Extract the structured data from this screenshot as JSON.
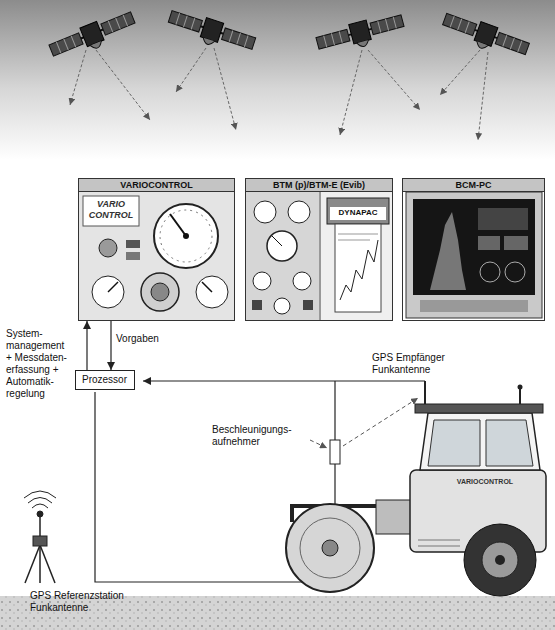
{
  "diagram": {
    "nodes": [
      {
        "text": [
          "VARIOCONTROL"
        ]
      },
      {
        "text": [
          "BTM (p)/BTM-E (Evib)"
        ]
      },
      {
        "text": [
          "BCM-PC"
        ]
      },
      {
        "text": [
          "Prozessor"
        ]
      }
    ],
    "edges": [
      {
        "from": 3,
        "to": 0,
        "arrow": "to",
        "label": "System- management + Messdaten- erfassung + Automatik- regelung"
      },
      {
        "from": 0,
        "to": 3,
        "arrow": "to",
        "label": "Vorgaben"
      }
    ],
    "labels": [
      "VARIO CONTROL",
      "DYNAPAC",
      "GPS Empfänger Funkantenne",
      "Beschleunigungs- aufnehmer",
      "GPS Referenzstation Funkantenne",
      "VARIOCONTROL"
    ]
  }
}
